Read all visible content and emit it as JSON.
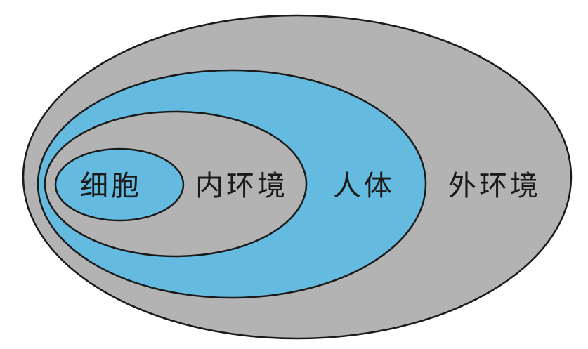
{
  "diagram": {
    "regions": [
      {
        "key": "outer",
        "label": "外环境",
        "fill": "#b3b3b3"
      },
      {
        "key": "body",
        "label": "人体",
        "fill": "#65bbdf"
      },
      {
        "key": "internal",
        "label": "内环境",
        "fill": "#b3b3b3"
      },
      {
        "key": "cell",
        "label": "细胞",
        "fill": "#65bbdf"
      }
    ],
    "stroke_color": "#1a1a1a"
  }
}
